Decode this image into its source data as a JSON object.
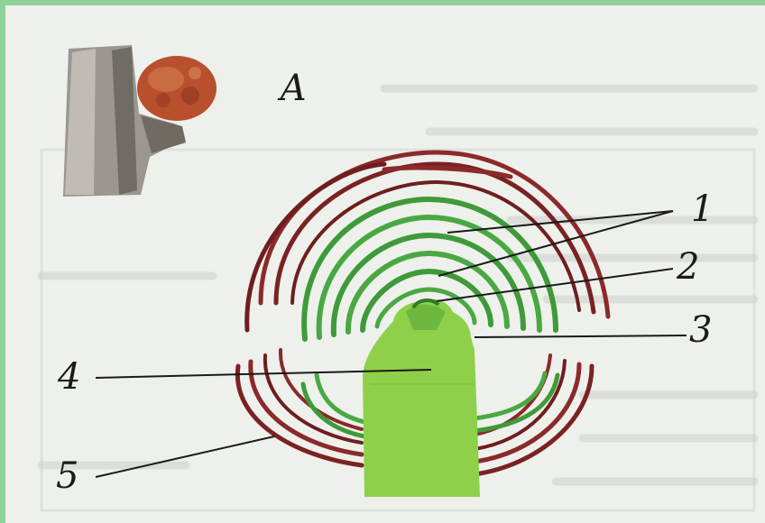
{
  "figure": {
    "panel_label": "А",
    "callouts": [
      "1",
      "2",
      "3",
      "4",
      "5"
    ]
  },
  "colors": {
    "frame_border": "#8fd19a",
    "paper": "#eef0ec",
    "bark_outer": "#8a2a2a",
    "leaf_primordia": "#3f9a3a",
    "growth_cone": "#8fd04a",
    "bud": "#b8502e",
    "twig": "#8a8680"
  },
  "icons": [
    "twig-with-bud-illustration",
    "bud-cross-section-illustration"
  ]
}
